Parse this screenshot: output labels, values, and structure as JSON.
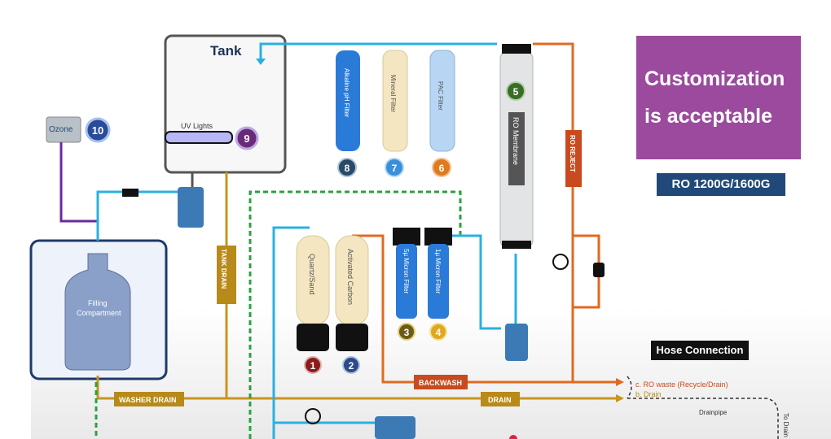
{
  "banner": {
    "line1": "Customization",
    "line2": "is acceptable"
  },
  "model": "RO 1200G/1600G",
  "hose_connection": "Hose Connection",
  "tank": {
    "label": "Tank",
    "uv_label": "UV Lights",
    "uv_number": "9"
  },
  "ozone": {
    "label": "Ozone",
    "number": "10"
  },
  "filling": {
    "line1": "Filling",
    "line2": "Compartment"
  },
  "filters": [
    {
      "number": "1",
      "label": "Quartz/Sand",
      "color": "#8b1c1c"
    },
    {
      "number": "2",
      "label": "Activated Carbon",
      "color": "#2a4a8a"
    },
    {
      "number": "3",
      "label": "5µ Micron Filter",
      "color": "#6b5a1a"
    },
    {
      "number": "4",
      "label": "1µ Micron Filter",
      "color": "#e0a820"
    },
    {
      "number": "5",
      "label": "RO Membrane",
      "color": "#3a6b2a"
    },
    {
      "number": "6",
      "label": "PAC Filter",
      "color": "#e07a20"
    },
    {
      "number": "7",
      "label": "Mineral Filter",
      "color": "#3a8fd8"
    },
    {
      "number": "8",
      "label": "Alkaline pH Filter",
      "color": "#2a4a6a"
    }
  ],
  "pipes": {
    "ro_reject": "RO REJECT",
    "tank_drain": "TANK DRAIN",
    "washer_drain": "WASHER DRAIN",
    "drain": "DRAIN",
    "backwash": "BACKWASH"
  },
  "outlets": {
    "ro_waste": "c. RO waste (Recycle/Drain)",
    "drain": "b. Drain",
    "drainpipe": "Drainpipe",
    "to_drain": "To Drain"
  }
}
